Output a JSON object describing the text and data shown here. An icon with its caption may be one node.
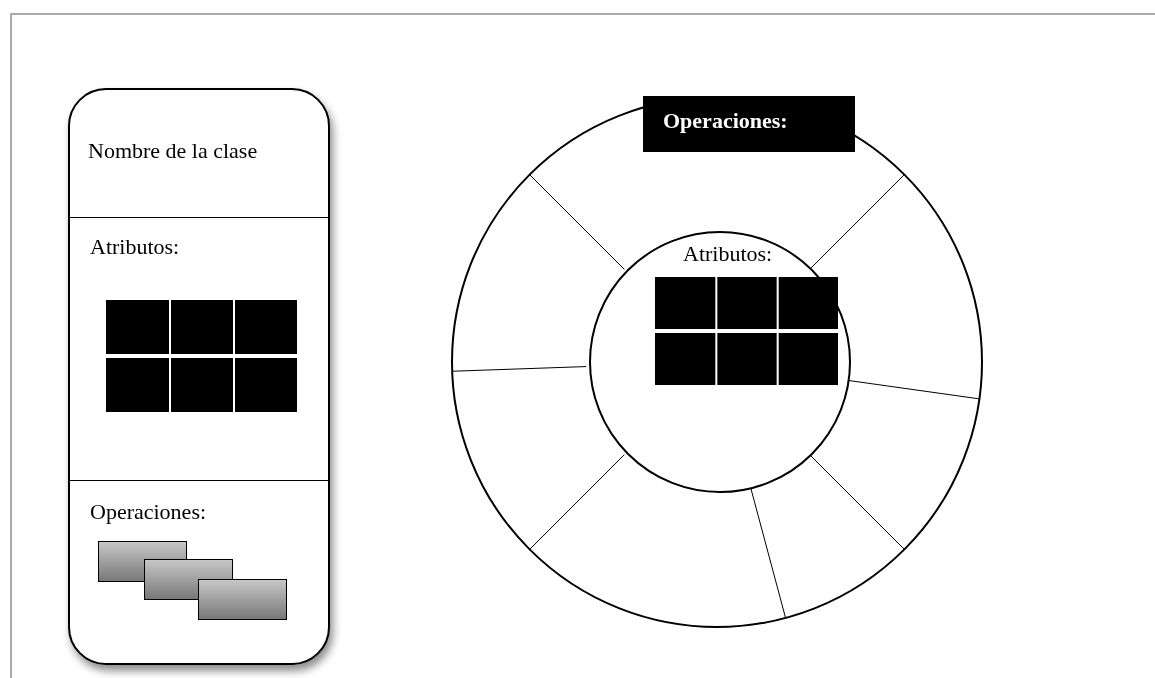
{
  "diagram": {
    "nodes": [
      {
        "text": [],
        "shape": "box"
      },
      {
        "text": [
          "Nombre de la clase"
        ],
        "in": 0
      },
      {
        "text": [
          "Atributos:"
        ],
        "in": 0
      },
      {
        "text": [
          "Operaciones:"
        ],
        "in": 0
      },
      {
        "text": [],
        "shape": "circle"
      },
      {
        "text": [
          "Operaciones:"
        ],
        "in": 4
      },
      {
        "text": [
          "Atributos:"
        ],
        "in": 4
      }
    ]
  }
}
